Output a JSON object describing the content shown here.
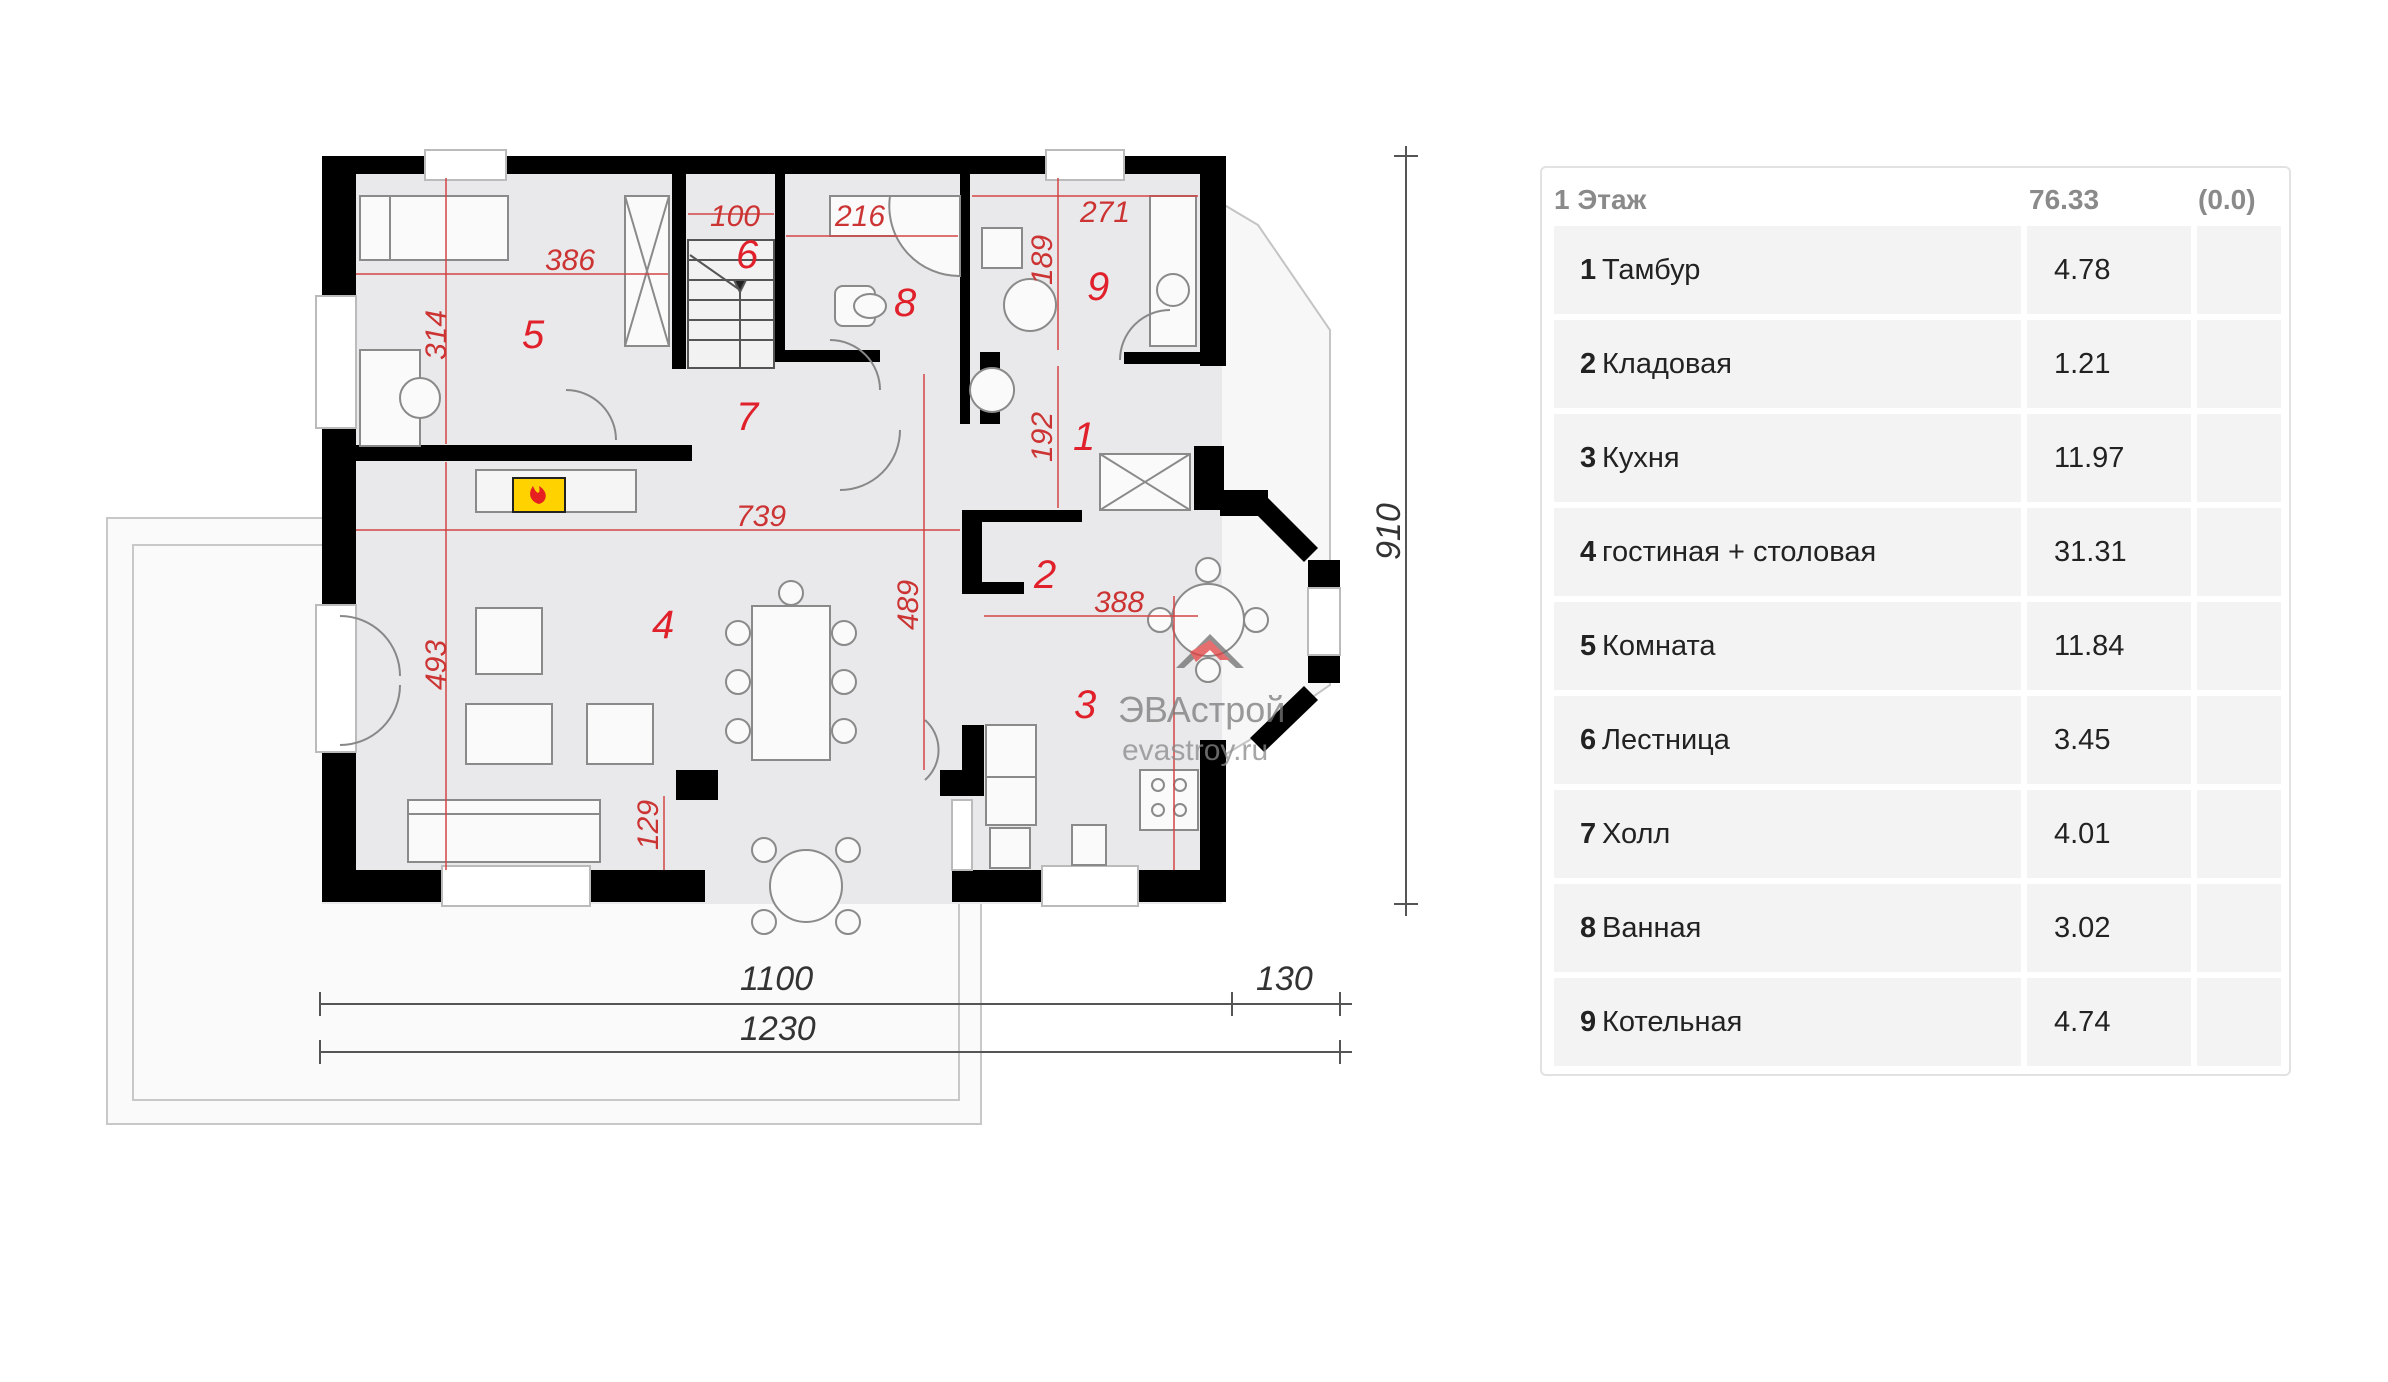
{
  "plan": {
    "dimensions": {
      "d100": "100",
      "d216": "216",
      "d271": "271",
      "d386": "386",
      "d314": "314",
      "d189": "189",
      "d192": "192",
      "d739": "739",
      "d489": "489",
      "d388": "388",
      "d493": "493",
      "d129": "129",
      "d910": "910",
      "d1100": "1100",
      "d130": "130",
      "d1230": "1230"
    },
    "room_numbers": [
      "1",
      "2",
      "3",
      "4",
      "5",
      "6",
      "7",
      "8",
      "9"
    ],
    "logo": {
      "name": "ЭВАстрой",
      "url": "evastroy.ru"
    },
    "colors": {
      "wall": "#000000",
      "floor": "#e9e9eb",
      "terrace": "#f4f4f4",
      "fireplace": "#ffd200",
      "dimension_line": "#d24545",
      "room_number": "#e0202a"
    }
  },
  "table": {
    "floor_label": "1 Этаж",
    "total_area": "76.33",
    "level": "(0.0)",
    "rooms": [
      {
        "num": "1",
        "name": "Тамбур",
        "area": "4.78"
      },
      {
        "num": "2",
        "name": "Кладовая",
        "area": "1.21"
      },
      {
        "num": "3",
        "name": "Кухня",
        "area": "11.97"
      },
      {
        "num": "4",
        "name": "гостиная + столовая",
        "area": "31.31"
      },
      {
        "num": "5",
        "name": "Комната",
        "area": "11.84"
      },
      {
        "num": "6",
        "name": "Лестница",
        "area": "3.45"
      },
      {
        "num": "7",
        "name": "Холл",
        "area": "4.01"
      },
      {
        "num": "8",
        "name": "Ванная",
        "area": "3.02"
      },
      {
        "num": "9",
        "name": "Котельная",
        "area": "4.74"
      }
    ]
  }
}
